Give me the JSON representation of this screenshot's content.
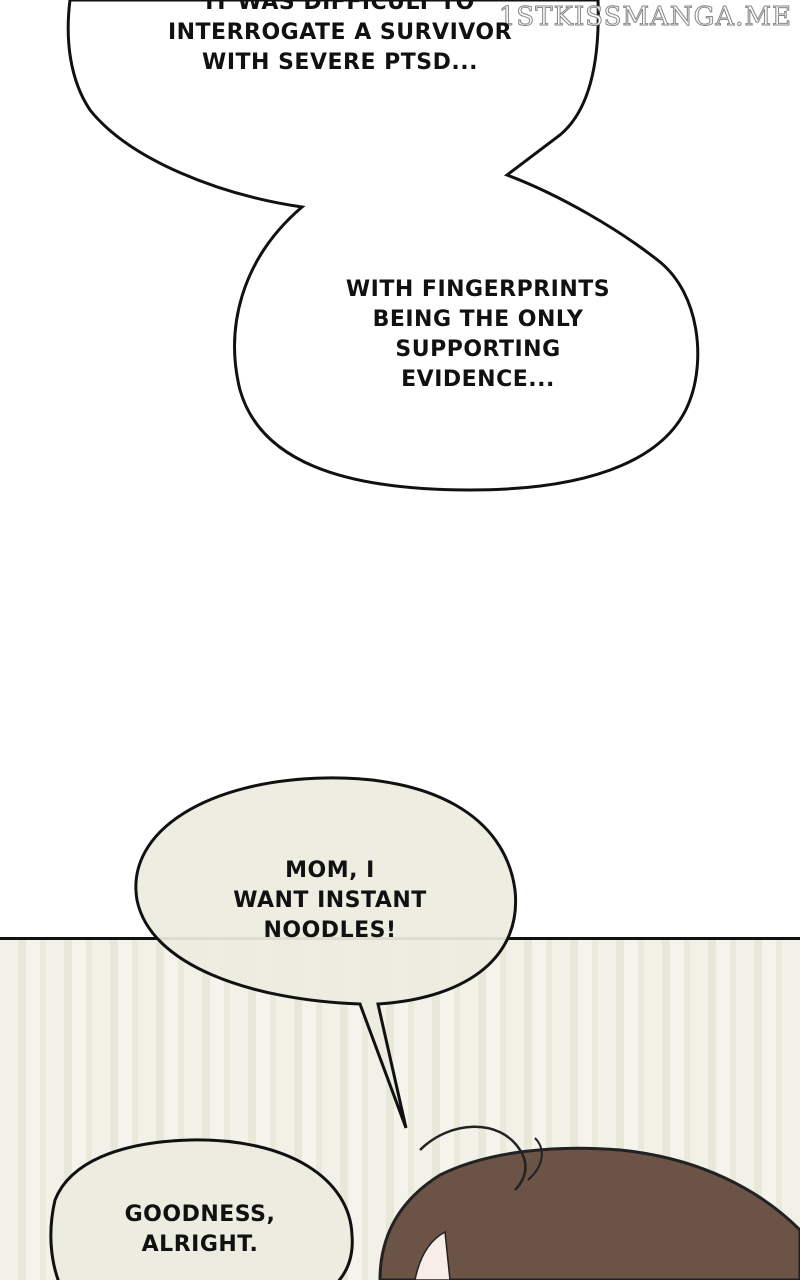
{
  "watermark": "1STKISSMANGA.ME",
  "bubbles": {
    "top_partial": "IT WAS DIFFICULT TO\nINTERROGATE A SURVIVOR\nWITH SEVERE PTSD...",
    "fingerprints": "WITH FINGERPRINTS\nBEING THE ONLY\nSUPPORTING\nEVIDENCE...",
    "noodles": "MOM, I\nWANT INSTANT\nNOODLES!",
    "goodness": "GOODNESS,\nALRIGHT."
  },
  "colors": {
    "bubble_white": "#ffffff",
    "bubble_beige": "#ecece0",
    "wall_stripes": "#e7e8d9",
    "hair": "#6b5446"
  }
}
